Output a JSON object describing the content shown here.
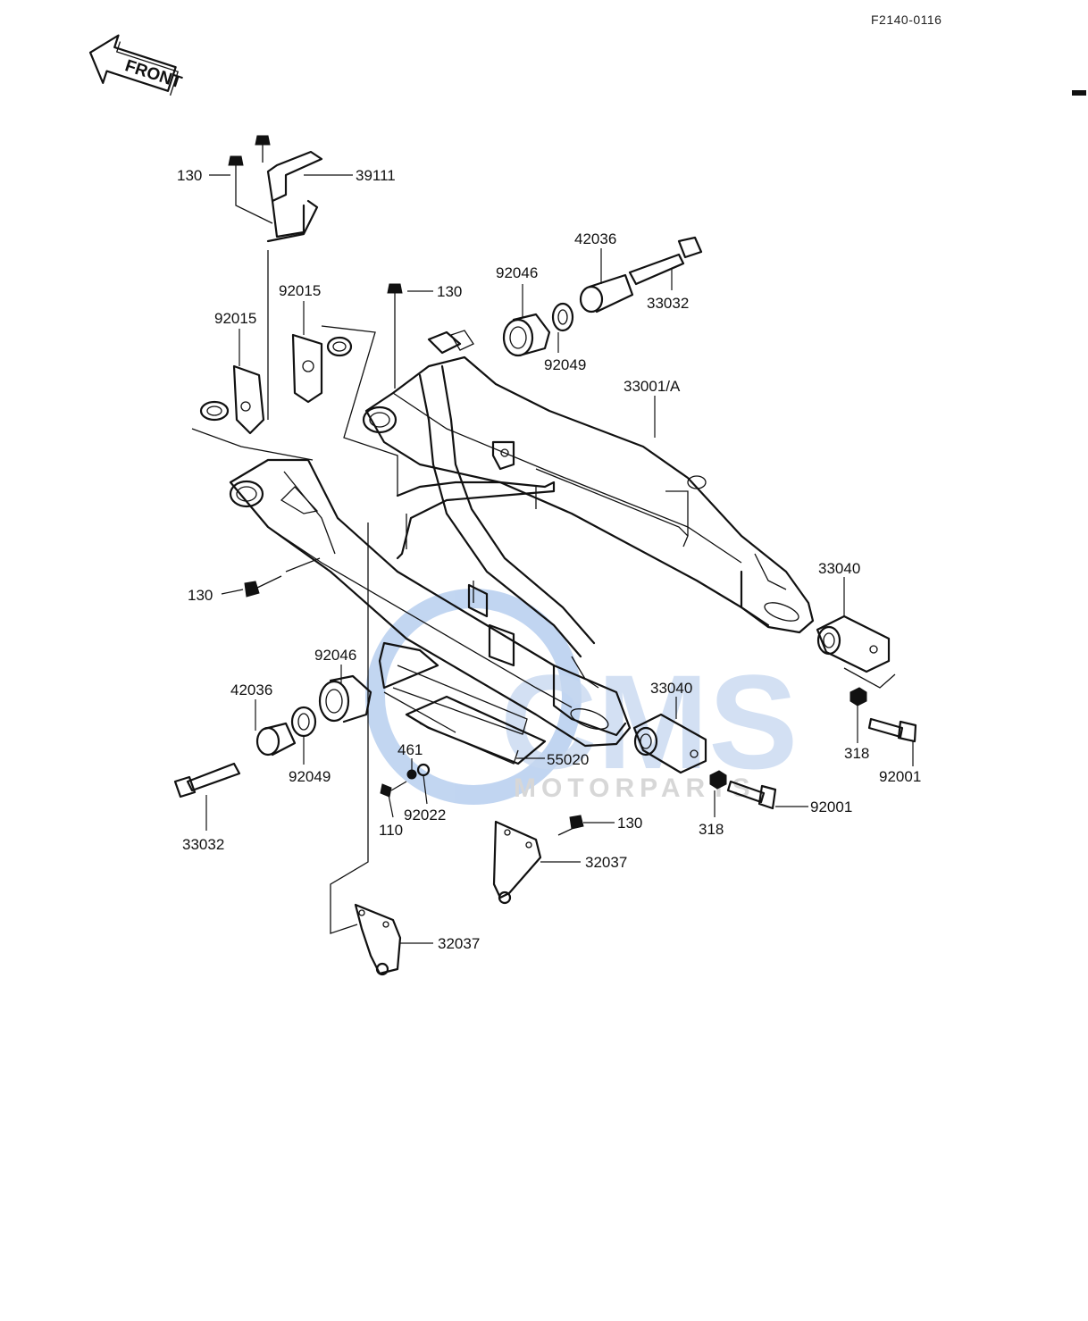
{
  "diagram": {
    "code": "F2140-0116",
    "front_label": "FRONT",
    "watermark": {
      "brand": "CMS",
      "sub": "MOTORPARTS",
      "color": "#8fb4e6"
    },
    "callouts": {
      "p39111": "39111",
      "p130_top": "130",
      "p92015_a": "92015",
      "p92015_b": "92015",
      "p130_b": "130",
      "p92046_r": "92046",
      "p42036_r": "42036",
      "p33032_r": "33032",
      "p92049_r": "92049",
      "p33001": "33001/A",
      "p33040_r": "33040",
      "p130_left": "130",
      "p92046_l": "92046",
      "p42036_l": "42036",
      "p92049_l": "92049",
      "p33032_l": "33032",
      "p461": "461",
      "p55020": "55020",
      "p110": "110",
      "p92022": "92022",
      "p33040_m": "33040",
      "p318_m": "318",
      "p92001_m": "92001",
      "p318_r": "318",
      "p92001_r": "92001",
      "p130_bot": "130",
      "p32037_r": "32037",
      "p32037_l": "32037"
    }
  }
}
